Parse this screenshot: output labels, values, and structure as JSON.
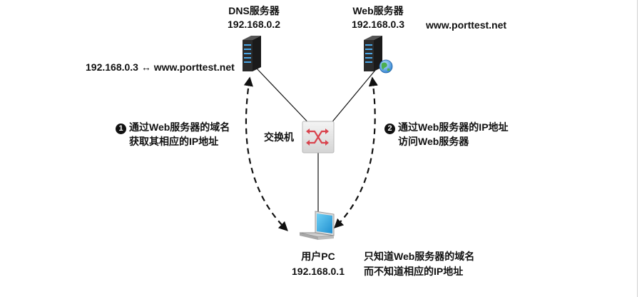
{
  "dns_server": {
    "label": "DNS服务器",
    "ip": "192.168.0.2",
    "record": "192.168.0.3 ↔ www.porttest.net"
  },
  "web_server": {
    "label": "Web服务器",
    "ip": "192.168.0.3",
    "domain": "www.porttest.net"
  },
  "switch": {
    "label": "交换机"
  },
  "user_pc": {
    "label": "用户PC",
    "ip": "192.168.0.1",
    "note_line1": "只知道Web服务器的域名",
    "note_line2": "而不知道相应的IP地址"
  },
  "steps": [
    {
      "number": "1",
      "line1": "通过Web服务器的域名",
      "line2": "获取其相应的IP地址"
    },
    {
      "number": "2",
      "line1": "通过Web服务器的IP地址",
      "line2": "访问Web服务器"
    }
  ],
  "colors": {
    "server_body": "#2b2b2b",
    "server_light": "#4aa6e6",
    "switch_arrows": "#d9434d",
    "laptop_screen": "#39b0e8",
    "line": "#111111"
  }
}
